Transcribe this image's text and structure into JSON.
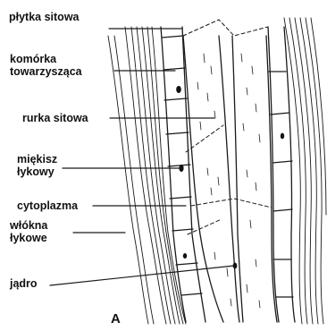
{
  "labels": {
    "sieve_plate": "płytka sitowa",
    "companion_cell_1": "komórka",
    "companion_cell_2": "towarzysząca",
    "sieve_tube": "rurka sitowa",
    "phloem_parenchyma_1": "miękisz",
    "phloem_parenchyma_2": "łykowy",
    "cytoplasm": "cytoplazma",
    "phloem_fibers_1": "włókna",
    "phloem_fibers_2": "łykowe",
    "nucleus": "jądro"
  },
  "panel_letter": "A"
}
